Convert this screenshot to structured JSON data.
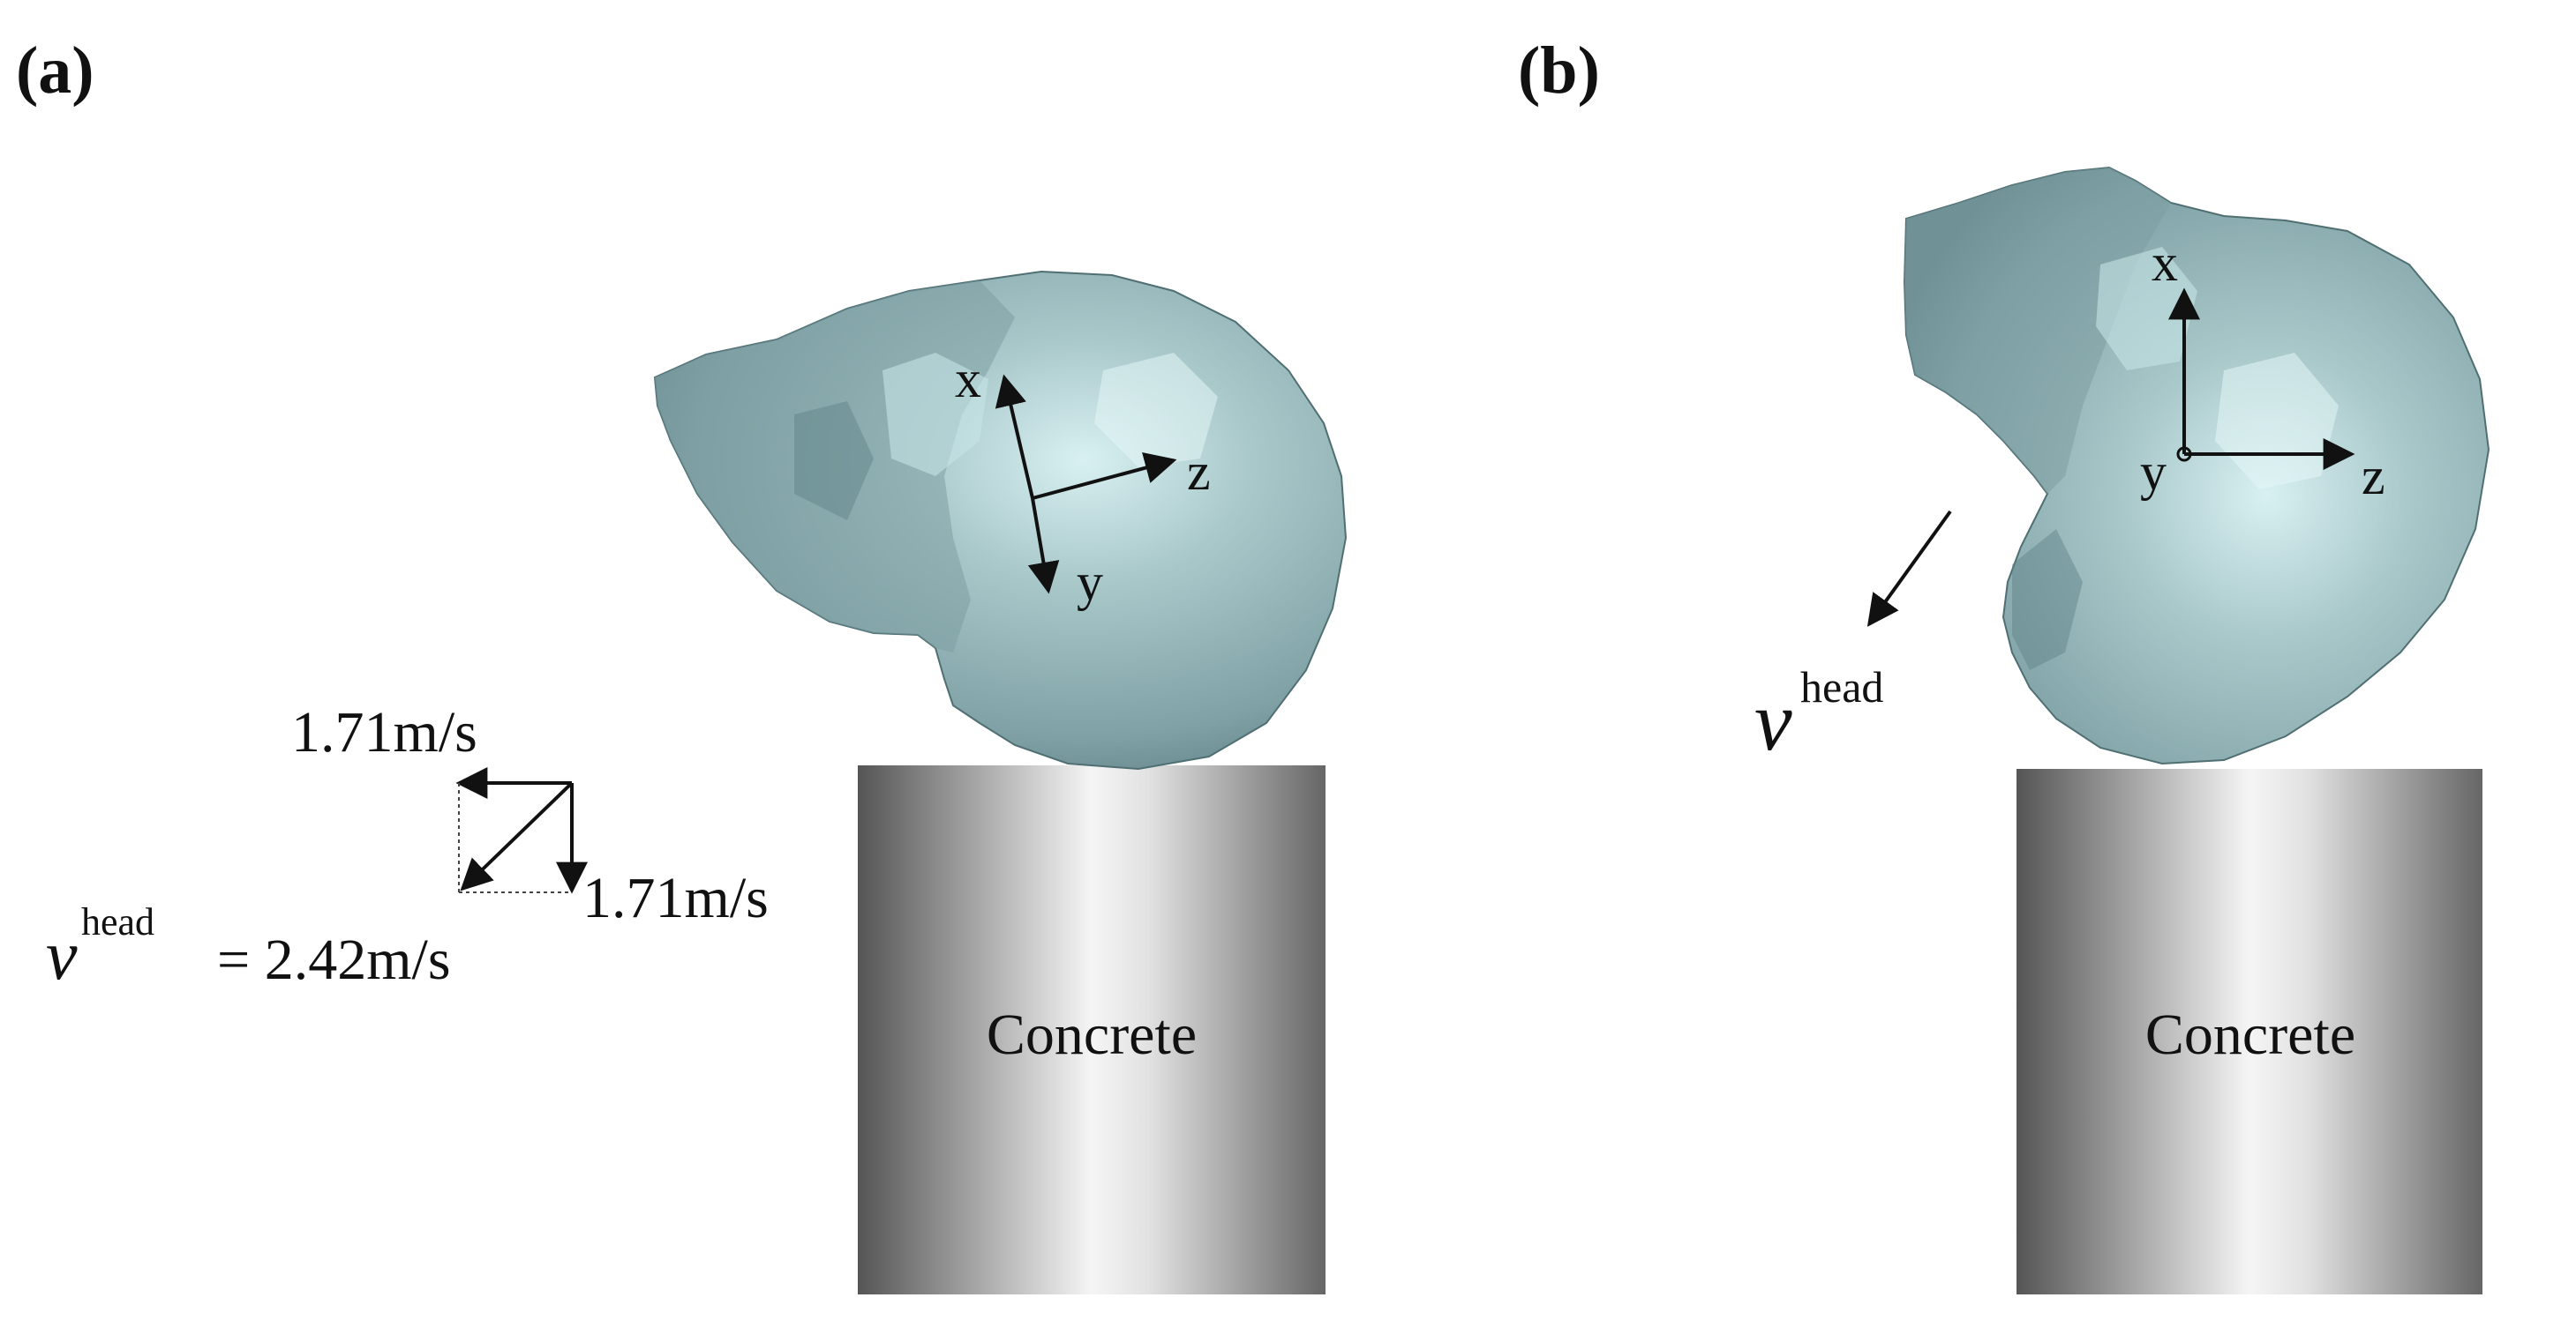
{
  "panels": [
    {
      "label": "(a)",
      "axes": {
        "x": "x",
        "y": "y",
        "z": "z"
      },
      "velocity_components": [
        "1.71m/s",
        "1.71m/s"
      ],
      "velocity_symbol": "v",
      "velocity_superscript": "head",
      "velocity_equation": "= 2.42m/s",
      "support_label": "Concrete"
    },
    {
      "label": "(b)",
      "axes": {
        "x": "x",
        "y": "y",
        "z": "z"
      },
      "velocity_symbol": "v",
      "velocity_superscript": "head",
      "support_label": "Concrete"
    }
  ],
  "colors": {
    "skull_fill": "#8fb0b3",
    "skull_highlight": "#d6eef0",
    "skull_shadow": "#5d7f83",
    "concrete_dark": "#5a5a5a",
    "concrete_light": "#f4f4f4"
  }
}
